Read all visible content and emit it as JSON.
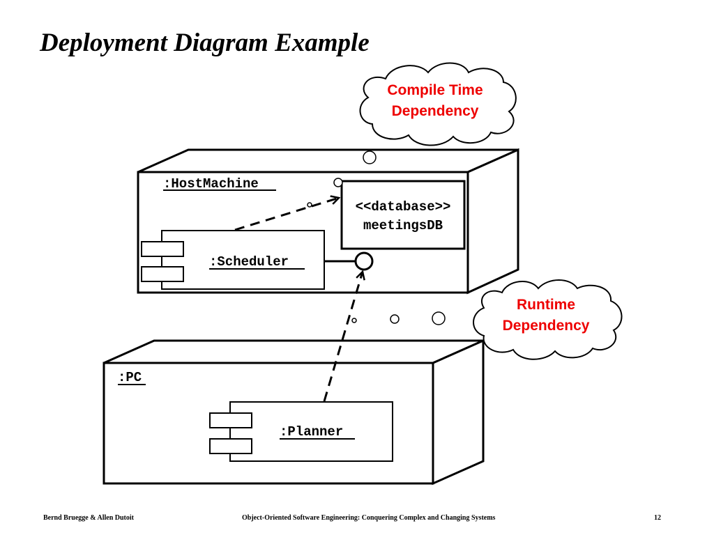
{
  "slide": {
    "title": "Deployment Diagram Example"
  },
  "nodes": {
    "host": {
      "name": ":HostMachine"
    },
    "pc": {
      "name": ":PC"
    }
  },
  "components": {
    "database": {
      "stereotype": "<<database>>",
      "name": "meetingsDB"
    },
    "scheduler": {
      "name": ":Scheduler"
    },
    "planner": {
      "name": ":Planner"
    }
  },
  "callouts": {
    "compile_time": {
      "line1": "Compile Time",
      "line2": "Dependency"
    },
    "runtime": {
      "line1": "Runtime",
      "line2": "Dependency"
    }
  },
  "colors": {
    "callout_text": "#ee0000",
    "line": "#000000"
  },
  "footer": {
    "authors": "Bernd Bruegge & Allen Dutoit",
    "book": "Object-Oriented Software Engineering: Conquering Complex and Changing Systems",
    "page": "12"
  }
}
